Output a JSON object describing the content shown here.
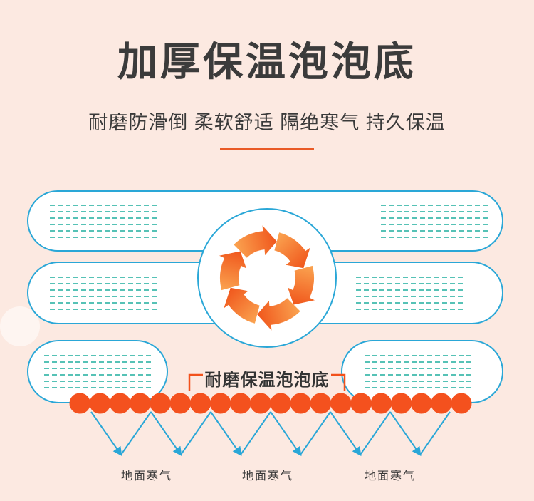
{
  "header": {
    "title": "加厚保温泡泡底",
    "subtitle": "耐磨防滑倒 柔软舒适 隔绝寒气 持久保温"
  },
  "diagram": {
    "bubble_label": "耐磨保温泡泡底",
    "cold_air_label_1": "地面寒气",
    "cold_air_label_2": "地面寒气",
    "cold_air_label_3": "地面寒气"
  },
  "colors": {
    "background": "#fce9e1",
    "accent_orange": "#f2511b",
    "outline_cyan": "#2aa7d7",
    "stitch_teal": "#1fae9e",
    "text_dark": "#3b3b3b"
  }
}
